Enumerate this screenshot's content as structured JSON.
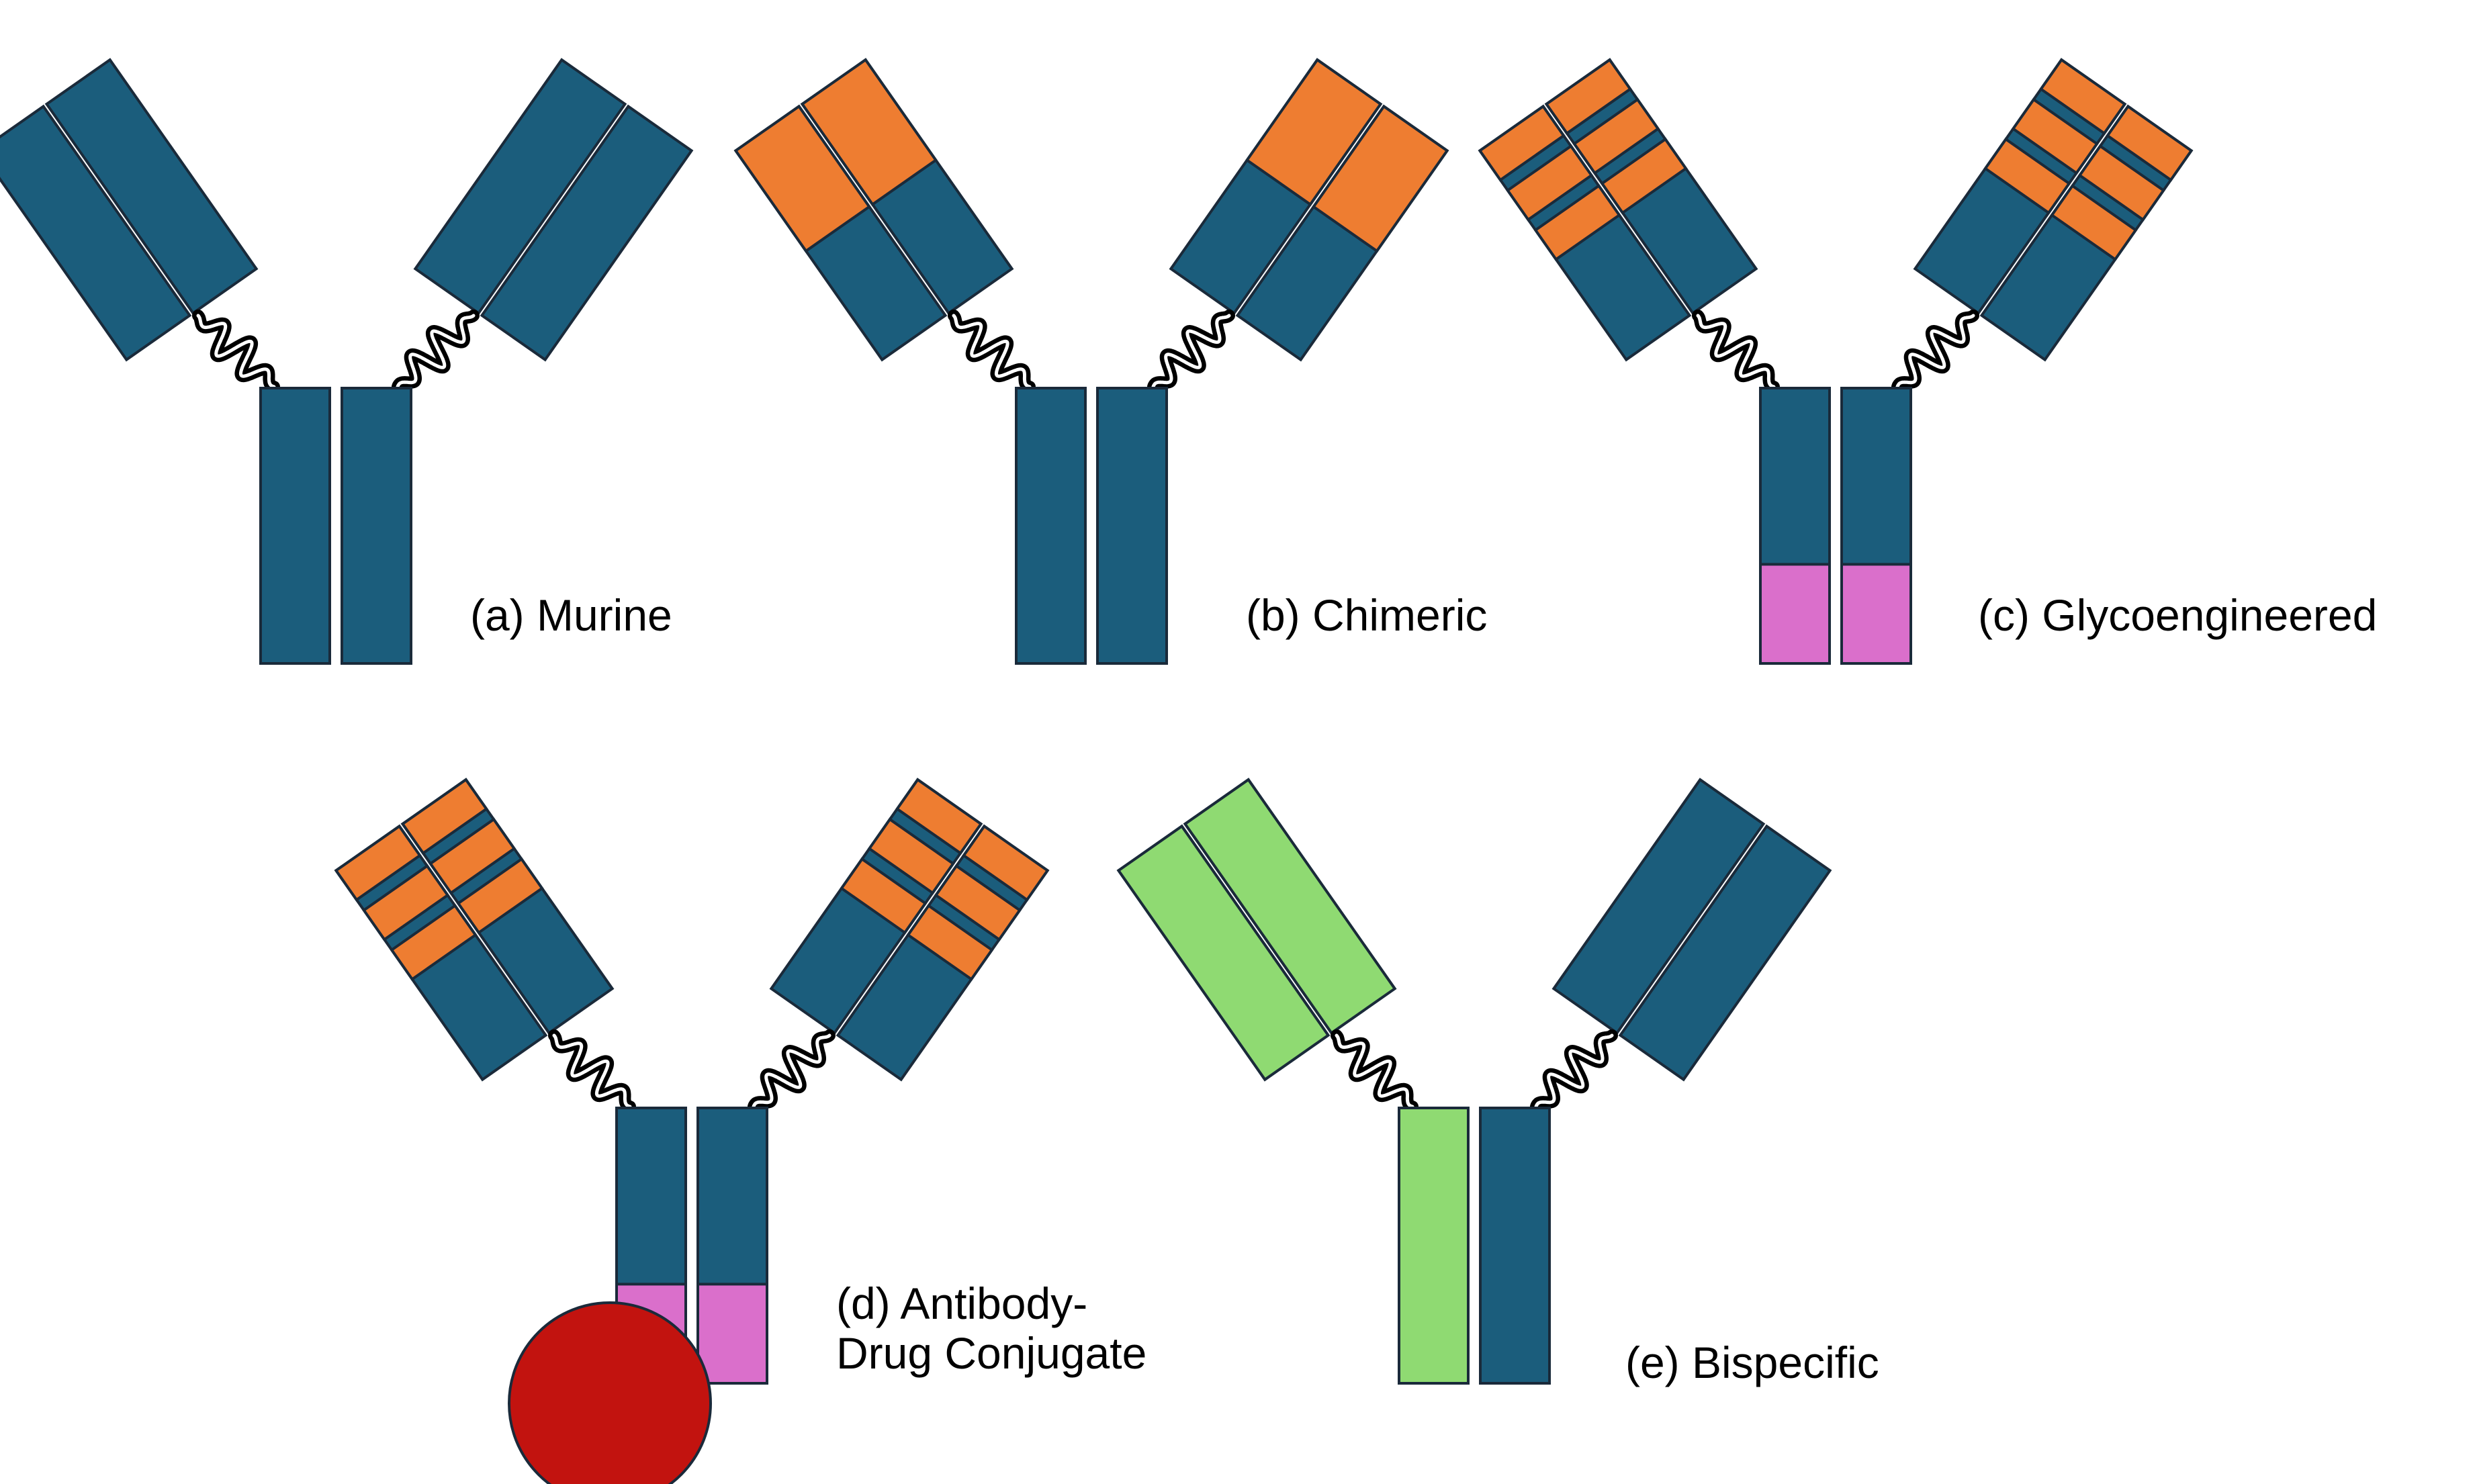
{
  "colors": {
    "murine": "#1b5d7c",
    "human": "#ee7d31",
    "glycoengineered_fc": "#da6fcb",
    "second_specificity": "#8fda72",
    "drug_payload": "#c2130f",
    "outline": "#1a2a3a",
    "linker": "#000000"
  },
  "antibodies": [
    {
      "caption": "(a) Murine"
    },
    {
      "caption": "(b) Chimeric"
    },
    {
      "caption": "(c) Glycoengineered"
    },
    {
      "caption_line1": "(d) Antibody-",
      "caption_line2": "Drug Conjugate"
    },
    {
      "caption": "(e) Bispecific"
    }
  ]
}
